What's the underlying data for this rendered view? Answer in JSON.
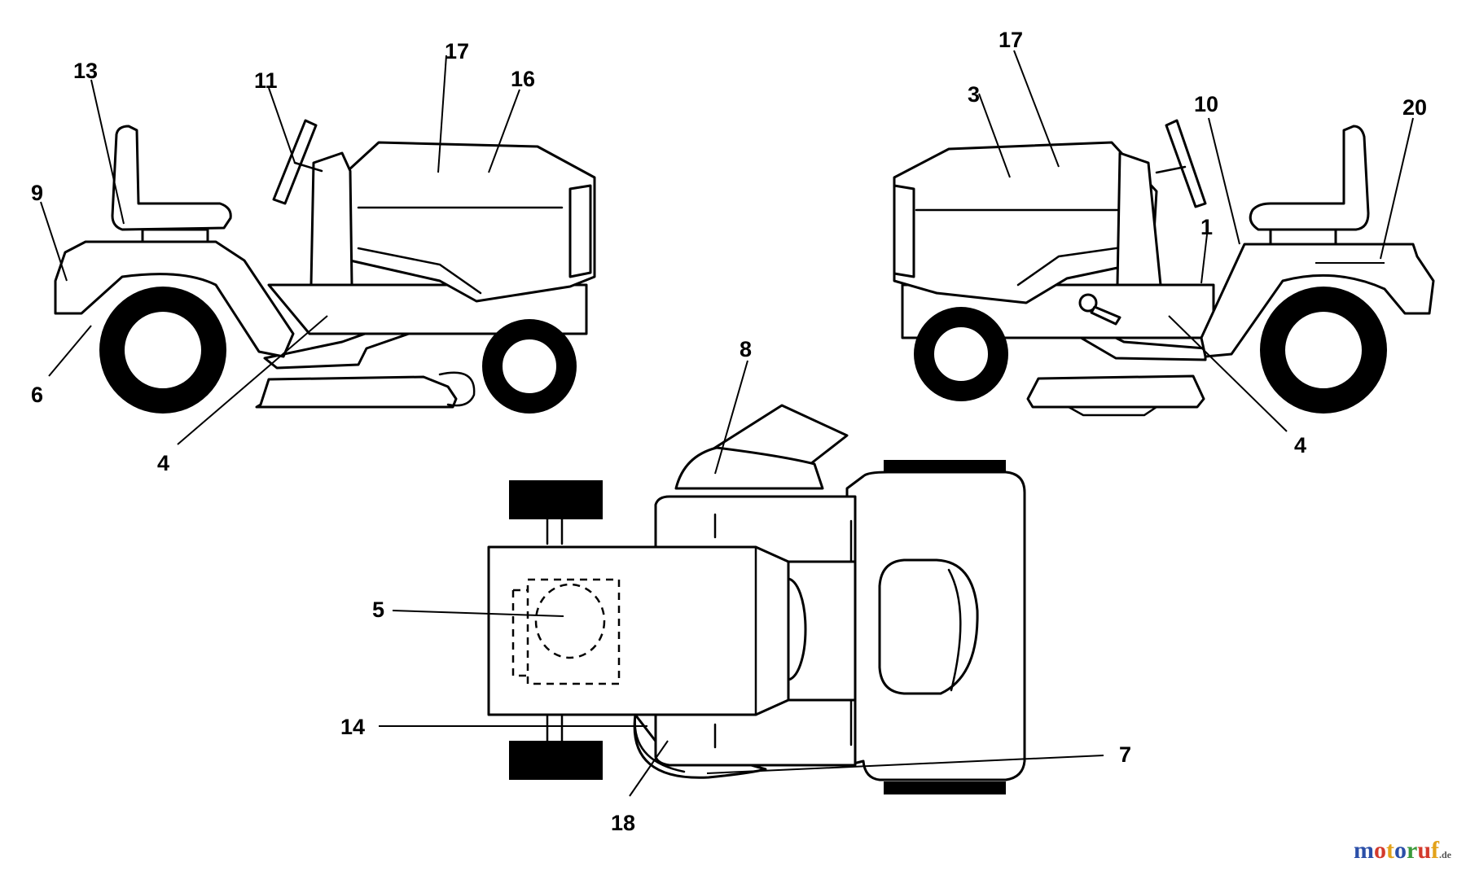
{
  "callouts": {
    "c1": "1",
    "c3": "3",
    "c4a": "4",
    "c4b": "4",
    "c5": "5",
    "c6": "6",
    "c7": "7",
    "c8": "8",
    "c9": "9",
    "c10": "10",
    "c11": "11",
    "c13": "13",
    "c14": "14",
    "c16": "16",
    "c17a": "17",
    "c17b": "17",
    "c18": "18",
    "c20": "20"
  },
  "watermark": {
    "letters": [
      "m",
      "o",
      "t",
      "o",
      "r",
      "u",
      "f"
    ],
    "tld": ".de",
    "colors": [
      "#2b4fa8",
      "#d33a2c",
      "#e3a21a",
      "#2b4fa8",
      "#3a9a3a",
      "#d33a2c",
      "#e3a21a"
    ]
  }
}
